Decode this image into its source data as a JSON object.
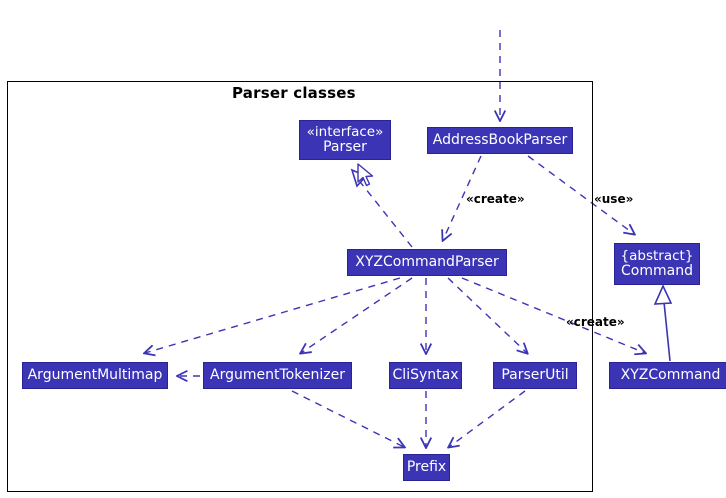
{
  "diagram": {
    "kind": "uml-class-diagram",
    "package": {
      "title": "Parser classes"
    },
    "colors": {
      "class_fill": "#3b35b5",
      "class_border": "#2a2396",
      "class_text": "#ffffff",
      "link": "#3b35b5",
      "frame": "#000000",
      "background": "#ffffff"
    },
    "classes": [
      {
        "id": "parser",
        "stereotype": "«interface»",
        "name": "Parser"
      },
      {
        "id": "addressbookparser",
        "stereotype": "",
        "name": "AddressBookParser"
      },
      {
        "id": "xyzcommandparser",
        "stereotype": "",
        "name": "XYZCommandParser"
      },
      {
        "id": "command",
        "stereotype": "{abstract}",
        "name": "Command"
      },
      {
        "id": "argumentmultimap",
        "stereotype": "",
        "name": "ArgumentMultimap"
      },
      {
        "id": "argumenttokenizer",
        "stereotype": "",
        "name": "ArgumentTokenizer"
      },
      {
        "id": "clisyntax",
        "stereotype": "",
        "name": "CliSyntax"
      },
      {
        "id": "parserutil",
        "stereotype": "",
        "name": "ParserUtil"
      },
      {
        "id": "xyzcommand",
        "stereotype": "",
        "name": "XYZCommand"
      },
      {
        "id": "prefix",
        "stereotype": "",
        "name": "Prefix"
      }
    ],
    "link_labels": [
      {
        "id": "create-parser",
        "text": "«create»"
      },
      {
        "id": "use-command",
        "text": "«use»"
      },
      {
        "id": "create-command",
        "text": "«create»"
      }
    ],
    "relationships": [
      {
        "from": "external",
        "to": "addressbookparser",
        "type": "dependency",
        "label": ""
      },
      {
        "from": "xyzcommandparser",
        "to": "parser",
        "type": "realization",
        "label": ""
      },
      {
        "from": "addressbookparser",
        "to": "xyzcommandparser",
        "type": "dependency",
        "label": "«create»"
      },
      {
        "from": "addressbookparser",
        "to": "command",
        "type": "dependency",
        "label": "«use»"
      },
      {
        "from": "xyzcommandparser",
        "to": "argumentmultimap",
        "type": "dependency",
        "label": ""
      },
      {
        "from": "xyzcommandparser",
        "to": "argumenttokenizer",
        "type": "dependency",
        "label": ""
      },
      {
        "from": "xyzcommandparser",
        "to": "clisyntax",
        "type": "dependency",
        "label": ""
      },
      {
        "from": "xyzcommandparser",
        "to": "parserutil",
        "type": "dependency",
        "label": ""
      },
      {
        "from": "xyzcommandparser",
        "to": "xyzcommand",
        "type": "dependency",
        "label": "«create»"
      },
      {
        "from": "argumenttokenizer",
        "to": "argumentmultimap",
        "type": "dependency",
        "label": ""
      },
      {
        "from": "argumenttokenizer",
        "to": "prefix",
        "type": "dependency",
        "label": ""
      },
      {
        "from": "clisyntax",
        "to": "prefix",
        "type": "dependency",
        "label": ""
      },
      {
        "from": "parserutil",
        "to": "prefix",
        "type": "dependency",
        "label": ""
      },
      {
        "from": "xyzcommand",
        "to": "command",
        "type": "inheritance",
        "label": ""
      }
    ]
  }
}
